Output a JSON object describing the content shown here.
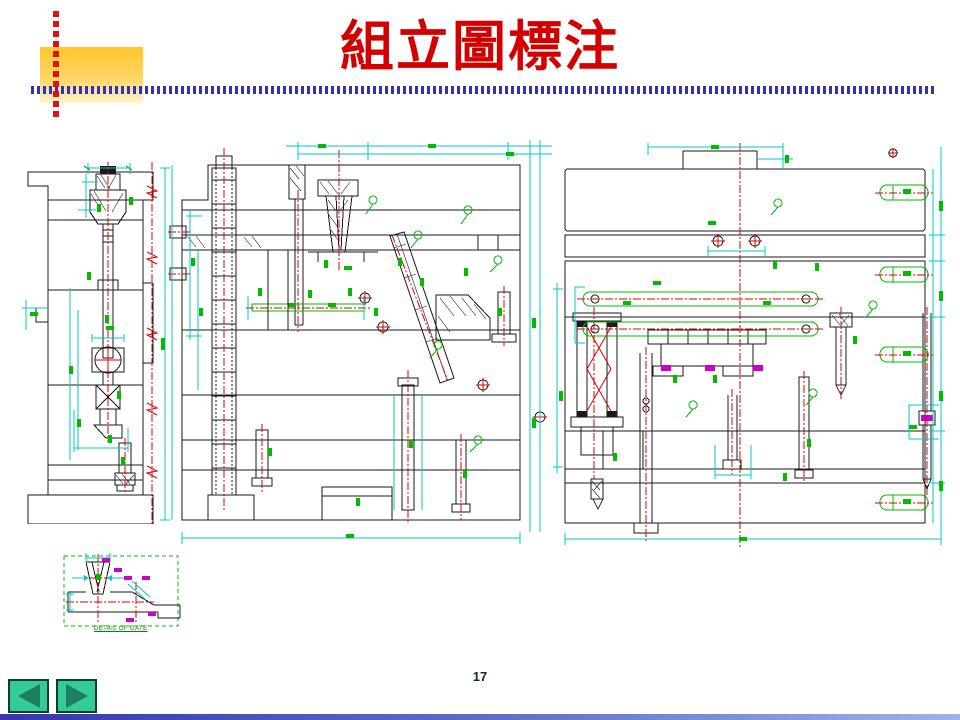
{
  "slide": {
    "title": "組立圖標注",
    "page_number": "17",
    "detail_caption": "DETAIL OF GATE"
  },
  "nav": {
    "prev_icon": "left-triangle",
    "next_icon": "right-triangle"
  },
  "icons": {
    "left-triangle": "◀",
    "right-triangle": "▶"
  },
  "drawings": {
    "left": "mold side section view with ejector rod",
    "middle": "mold front section view with sprue, guide pillar and angular pin",
    "right": "mold side section view with guide pins, springs and screws",
    "detail": "gate detail view"
  },
  "colors": {
    "title_red": "#d40000",
    "accent_yellow": "#ffc52b",
    "header_line_blue": "#3232b4",
    "dotted_red": "#e01010",
    "nav_fill": "#33cc99",
    "nav_border": "#0e3d2f",
    "nav_arrow": "#1e7e62",
    "cad_outline": "#1a1a1a",
    "cad_dimension_cyan": "#00c8c8",
    "cad_label_green": "#00bb00",
    "cad_centerline_red": "#e00000",
    "cad_detail_magenta": "#cc00cc",
    "bottom_bar_blue": "#3535ae"
  }
}
